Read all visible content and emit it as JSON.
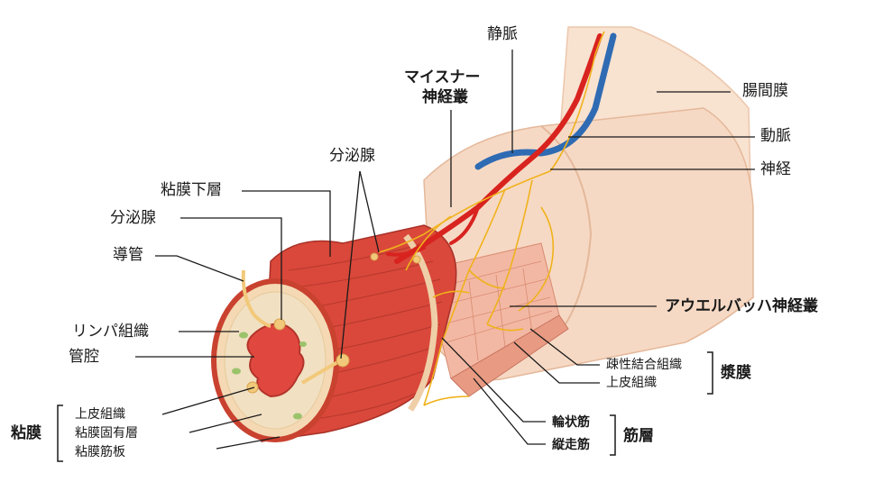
{
  "labels": {
    "vein": "静脈",
    "meissner_line1": "マイスナー",
    "meissner_line2": "神経叢",
    "mesentery": "腸間膜",
    "artery": "動脈",
    "nerve": "神経",
    "gland_top": "分泌腺",
    "submucosa": "粘膜下層",
    "gland_left": "分泌腺",
    "duct": "導管",
    "auerbach": "アウエルバッハ神経叢",
    "lymph": "リンパ組織",
    "lumen": "管腔",
    "loose_connective": "疎性結合組織",
    "epithelium_serosa": "上皮組織",
    "serosa": "漿膜",
    "circular_muscle": "輪状筋",
    "longitudinal_muscle": "縦走筋",
    "muscle_layer": "筋層",
    "epithelium_mucosa": "上皮組織",
    "lamina_propria": "粘膜固有層",
    "muscularis_mucosae": "粘膜筋板",
    "mucosa": "粘膜"
  },
  "colors": {
    "muscle": "#d9483a",
    "muscle_dark": "#b3342a",
    "serosa": "#f6d9c4",
    "mesentery": "#f8e2d0",
    "artery": "#d8231f",
    "vein": "#2f6bb3",
    "nerve": "#f0b21c",
    "lumen": "#e0483f",
    "submucosa_band": "#f1e0c2"
  }
}
